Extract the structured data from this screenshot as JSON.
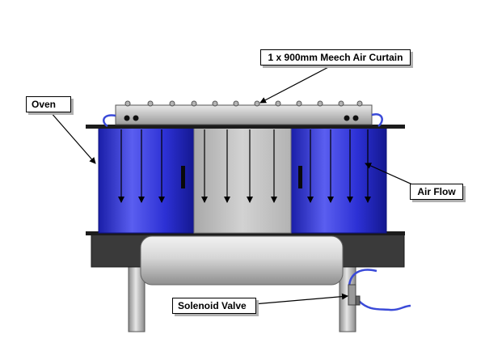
{
  "labels": {
    "air_curtain": "1 x 900mm Meech Air Curtain",
    "oven": "Oven",
    "air_flow": "Air Flow",
    "solenoid_valve": "Solenoid Valve"
  },
  "colors": {
    "drum_blue": "#2a2ed6",
    "drum_highlight": "#6a6ef5",
    "door_grey": "#bdbdbd",
    "plate_dark": "#3a3a3a",
    "cylinder_grey": "#cfcfcf",
    "cable_blue": "#3a4ad8",
    "background": "#ffffff"
  }
}
